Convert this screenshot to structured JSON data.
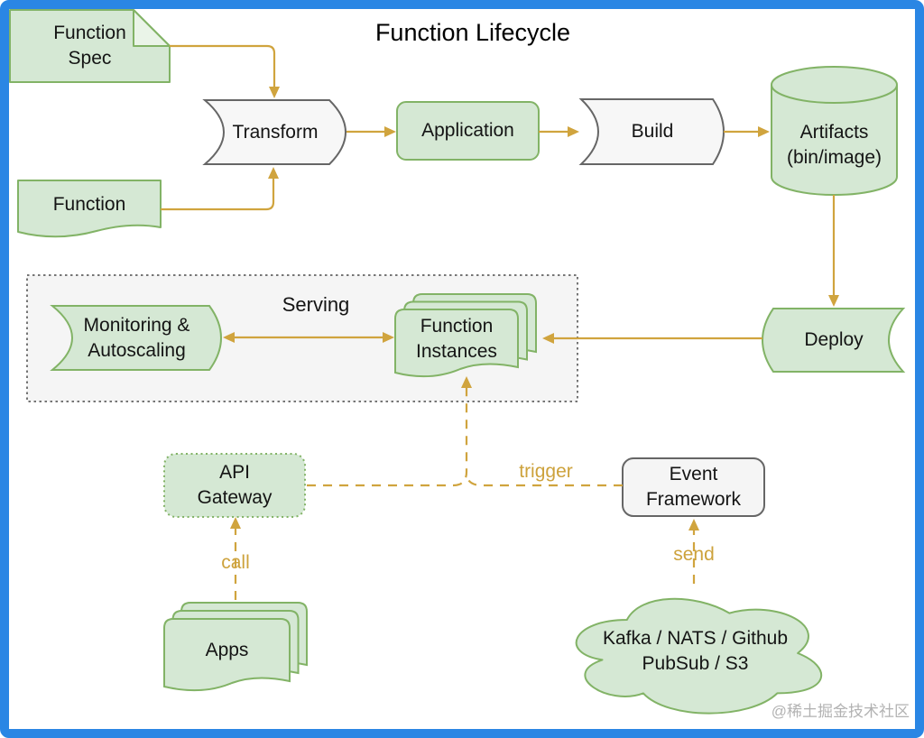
{
  "title": "Function Lifecycle",
  "watermark": "@稀土掘金技术社区",
  "nodes": {
    "function_spec": "Function\nSpec",
    "function_src": "Function",
    "transform": "Transform",
    "application": "Application",
    "build": "Build",
    "artifacts": "Artifacts\n(bin/image)",
    "deploy": "Deploy",
    "monitoring": "Monitoring &\nAutoscaling",
    "function_instances": "Function\nInstances",
    "api_gateway": "API\nGateway",
    "event_framework": "Event\nFramework",
    "apps": "Apps",
    "event_sources": "Kafka / NATS / Github\nPubSub / S3"
  },
  "groups": {
    "serving": "Serving"
  },
  "edge_labels": {
    "trigger": "trigger",
    "call": "call",
    "send": "send"
  },
  "colors": {
    "green_fill": "#d5e8d4",
    "green_stroke": "#82b366",
    "gray_fill": "#f5f5f5",
    "gray_stroke": "#666666",
    "arrow_gold": "#d0a43e",
    "frame_blue": "#2a86e4"
  }
}
